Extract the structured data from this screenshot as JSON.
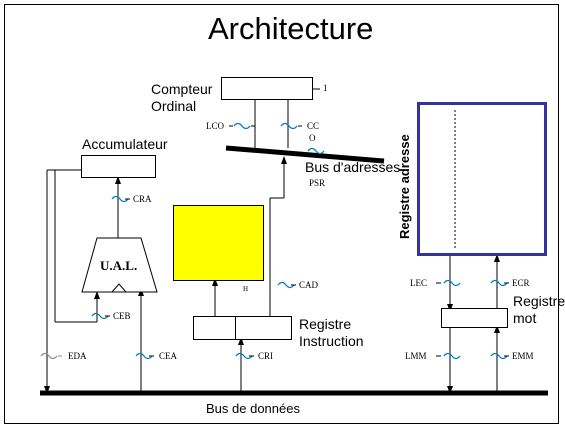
{
  "title": "Architecture",
  "components": {
    "compteur_ordinal": "Compteur\nOrdinal",
    "accumulateur": "Accumulateur",
    "ual": "U.A.L.",
    "bus_adresses": "Bus d'adresses",
    "registre_adresse": "Registre adresse",
    "registre_mot": "Registre\nmot",
    "registre_instruction": "Registre\nInstruction",
    "bus_donnees": "Bus de données"
  },
  "signals": {
    "one": "1",
    "lco": "LCO",
    "cc": "CC",
    "o": "O",
    "psr": "PSR",
    "cra": "CRA",
    "h": "H",
    "cad": "CAD",
    "ceb": "CEB",
    "lec": "LEC",
    "ecr": "ECR",
    "eda": "EDA",
    "cea": "CEA",
    "cri": "CRI",
    "lmm": "LMM",
    "emm": "EMM"
  },
  "colors": {
    "yellow_block": "#ffff00",
    "registre_adresse_border": "#333399",
    "signal_tilde": "#0080c0"
  }
}
